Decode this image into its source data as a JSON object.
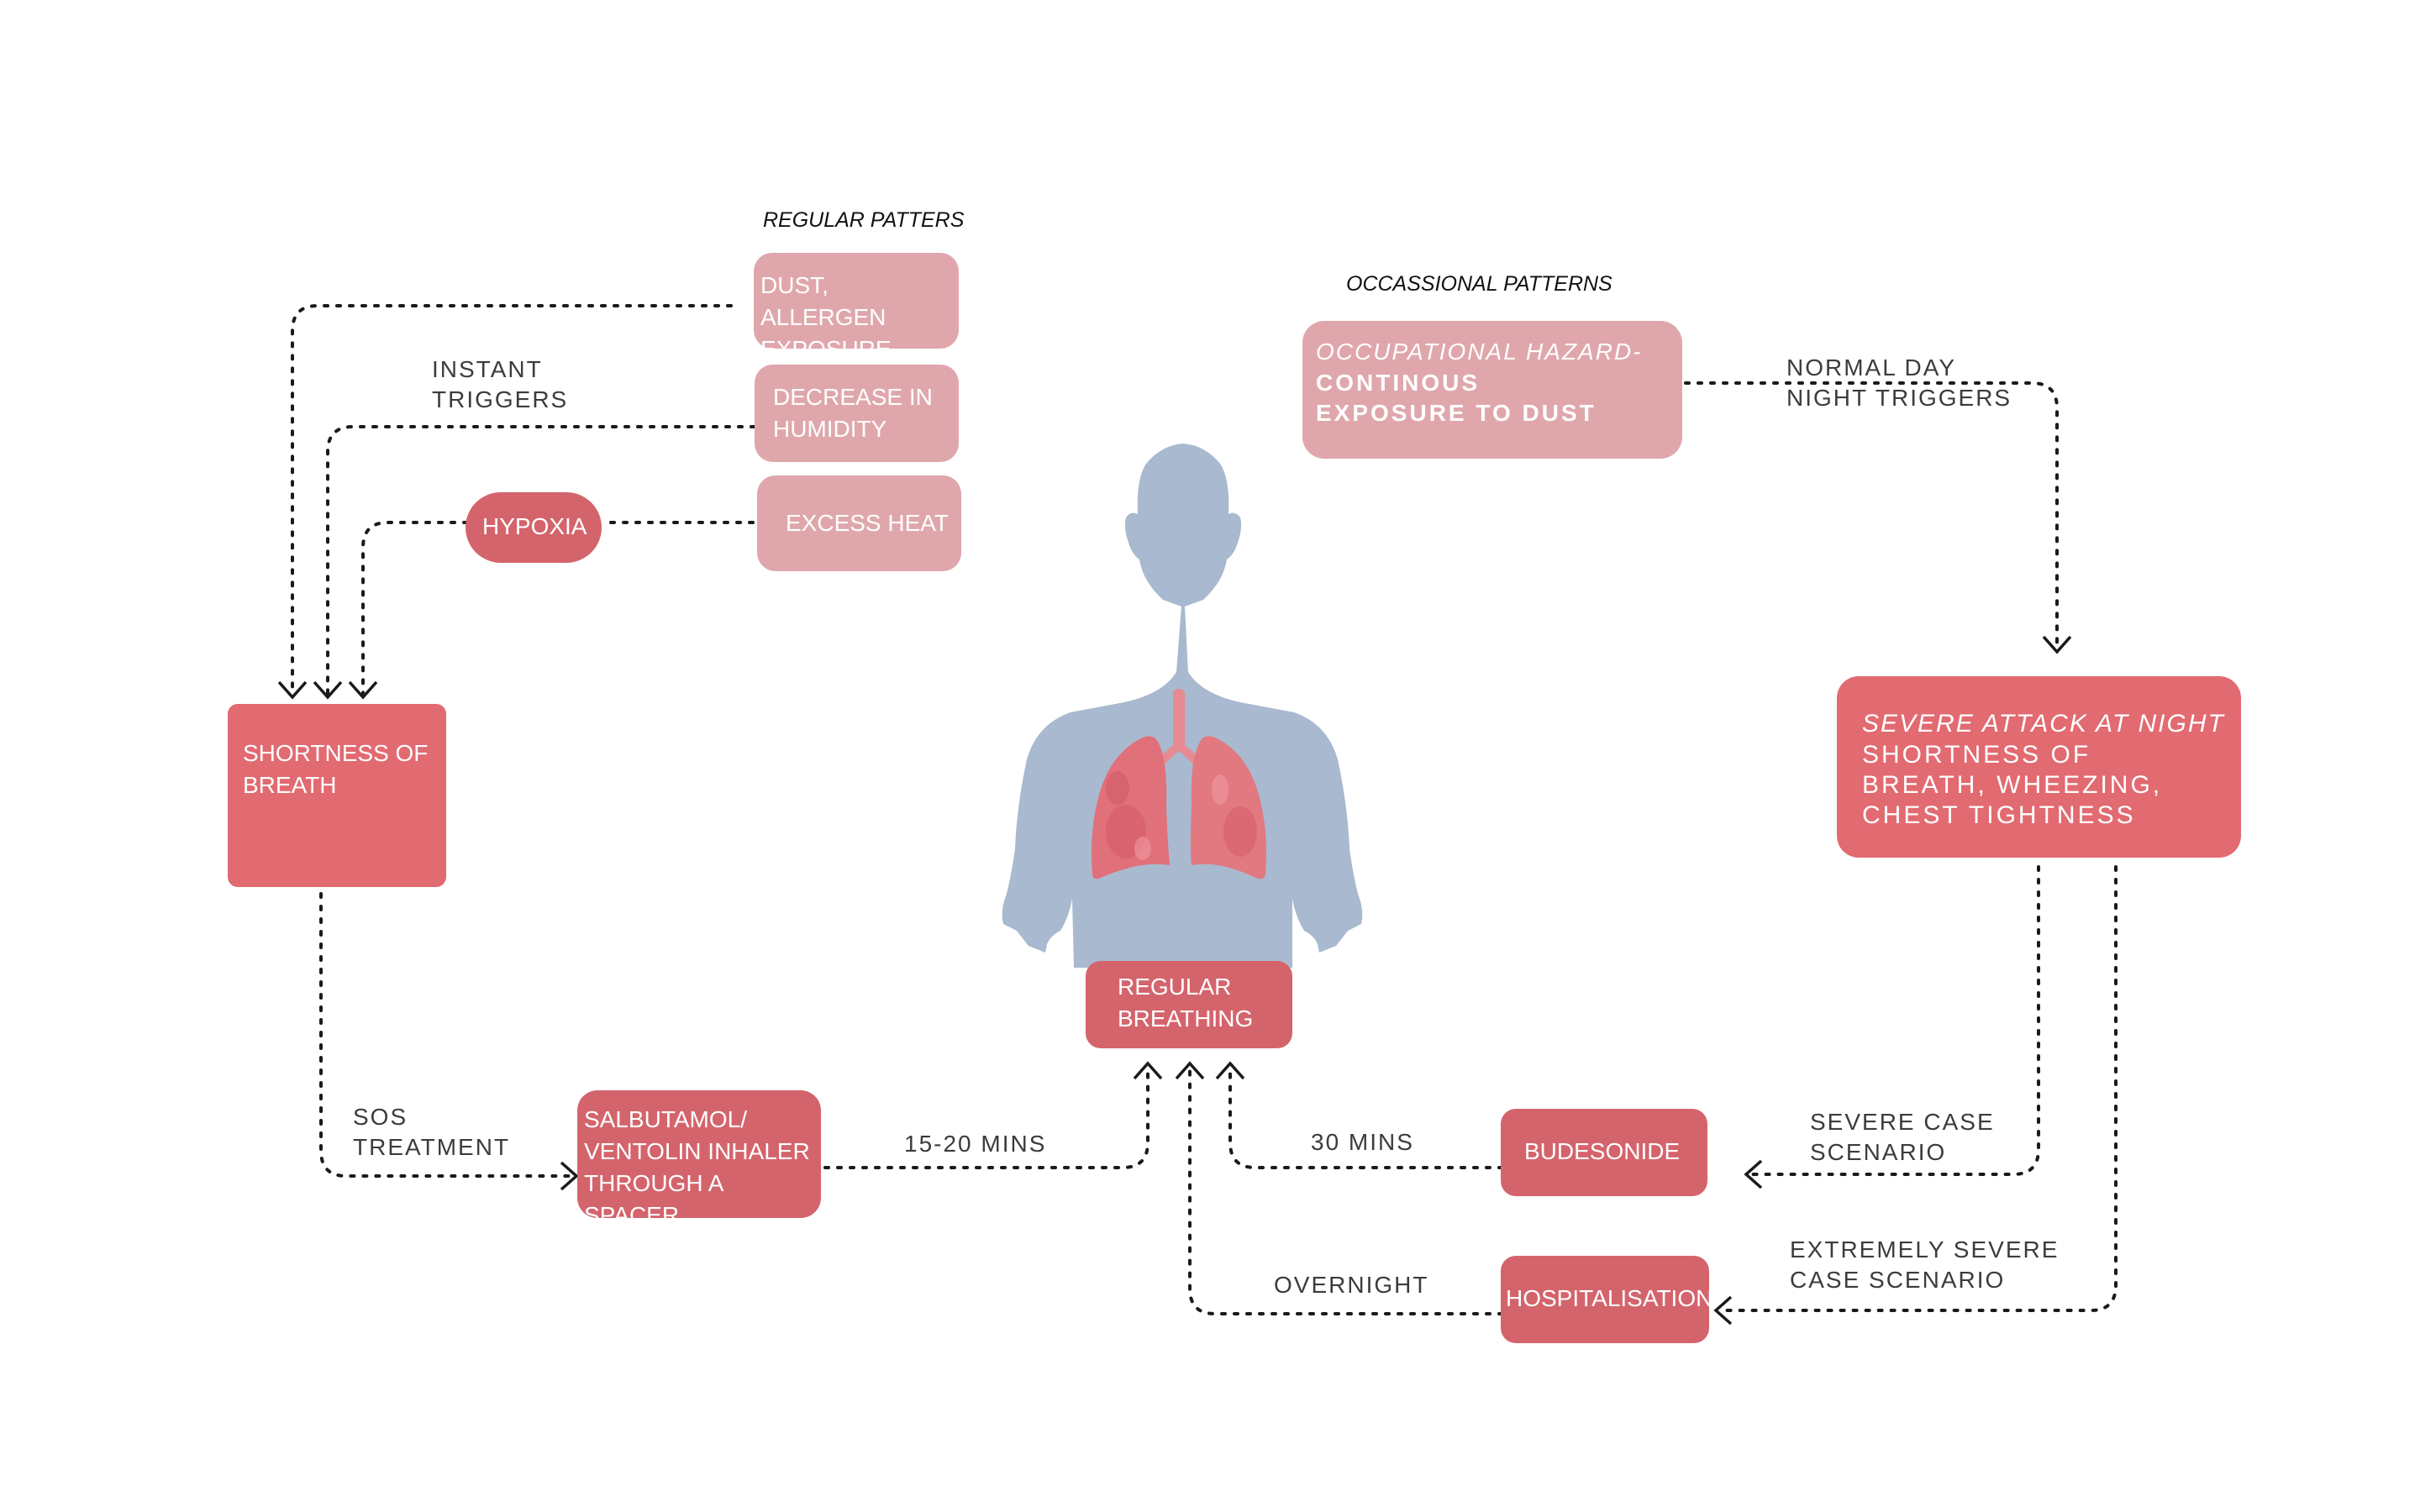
{
  "headers": {
    "regular": "REGULAR PATTERS",
    "occasional": "OCCASSIONAL PATTERNS"
  },
  "triggers": {
    "dust": "DUST, ALLERGEN\nEXPOSURE",
    "humidity": "DECREASE IN\n HUMIDITY",
    "heat": "EXCESS HEAT",
    "hypoxia": "HYPOXIA"
  },
  "occupational": {
    "title": "OCCUPATIONAL HAZARD-",
    "body": "CONTINOUS\nEXPOSURE TO DUST"
  },
  "labels": {
    "instant": "INSTANT\nTRIGGERS",
    "normal_day": "NORMAL DAY\nNIGHT TRIGGERS",
    "sos": "SOS\nTREATMENT",
    "mins_15_20": "15-20 MINS",
    "mins_30": "30 MINS",
    "severe_case": "SEVERE CASE\nSCENARIO",
    "extremely_severe": "EXTREMELY SEVERE\nCASE SCENARIO",
    "overnight": "OVERNIGHT"
  },
  "nodes": {
    "shortness": "SHORTNESS OF\nBREATH",
    "severe_attack_title": "SEVERE ATTACK AT NIGHT",
    "severe_attack_body": "SHORTNESS OF\nBREATH, WHEEZING,\nCHEST TIGHTNESS",
    "inhaler": "SALBUTAMOL/\nVENTOLIN INHALER\nTHROUGH A SPACER",
    "regular_breathing": "REGULAR\nBREATHING",
    "budesonide": "BUDESONIDE",
    "hospitalisation": "HOSPITALISATION"
  },
  "colors": {
    "light_box": "#dfa7ac",
    "mid_box": "#d4646c",
    "strong_box": "#e26a71",
    "body": "#a9b9cf",
    "lungs": "#e0707a"
  },
  "icons": [
    "human-torso-icon",
    "lungs-icon"
  ]
}
